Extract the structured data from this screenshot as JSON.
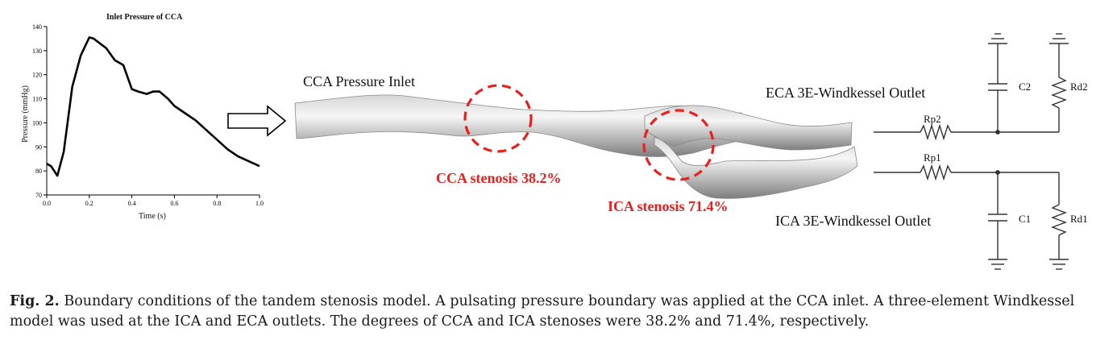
{
  "chart_data": {
    "type": "line",
    "title": "Inlet Pressure of CCA",
    "xlabel": "Time (s)",
    "ylabel": "Pressure (mmHg)",
    "xlim": [
      0.0,
      1.0
    ],
    "ylim": [
      70,
      140
    ],
    "xticks": [
      "0.0",
      "0.2",
      "0.4",
      "0.6",
      "0.8",
      "1.0"
    ],
    "yticks": [
      "70",
      "80",
      "90",
      "100",
      "110",
      "120",
      "130",
      "140"
    ],
    "x": [
      0.0,
      0.02,
      0.05,
      0.08,
      0.12,
      0.16,
      0.2,
      0.22,
      0.25,
      0.28,
      0.32,
      0.36,
      0.4,
      0.43,
      0.47,
      0.5,
      0.53,
      0.57,
      0.6,
      0.65,
      0.7,
      0.75,
      0.8,
      0.85,
      0.9,
      0.95,
      1.0
    ],
    "y": [
      83,
      82,
      78,
      88,
      115,
      128,
      135.5,
      135,
      133,
      131,
      126,
      124,
      114,
      113,
      112,
      113,
      113,
      110,
      107,
      104,
      101,
      97,
      93,
      89,
      86,
      84,
      82
    ]
  },
  "labels": {
    "inlet": "CCA Pressure Inlet",
    "eca_outlet": "ECA 3E-Windkessel Outlet",
    "ica_outlet": "ICA 3E-Windkessel Outlet",
    "cca_stenosis": "CCA stenosis 38.2%",
    "ica_stenosis": "ICA stenosis 71.4%"
  },
  "circuit": {
    "c2": "C2",
    "rd2": "Rd2",
    "rp2": "Rp2",
    "rp1": "Rp1",
    "c1": "C1",
    "rd1": "Rd1"
  },
  "caption": {
    "label": "Fig. 2.",
    "text": "Boundary conditions of the tandem stenosis model. A pulsating pressure boundary was applied at the CCA inlet. A three-element Windkessel model was used at the ICA and ECA outlets. The degrees of CCA and ICA stenoses were 38.2% and 71.4%, respectively."
  },
  "colors": {
    "stenosis_red": "#e8201e",
    "vessel_gray": "#b9b9b9"
  }
}
